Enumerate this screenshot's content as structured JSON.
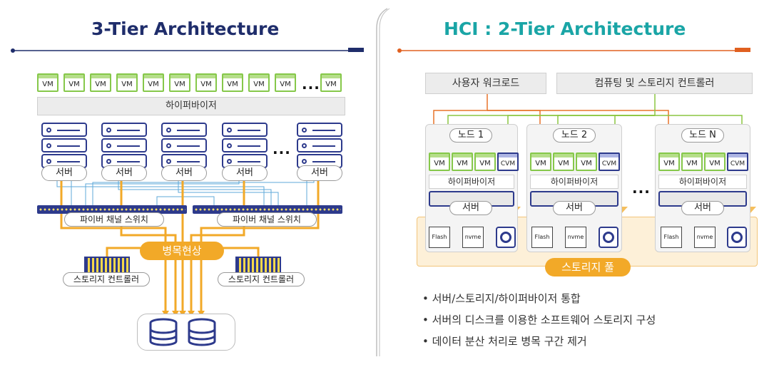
{
  "left": {
    "title": "3-Tier Architecture",
    "vm_label": "VM",
    "ellipsis": "...",
    "hypervisor": "하이퍼바이저",
    "server": "서버",
    "fc_switch": "파이버 채널 스위치",
    "bottleneck": "병목현상",
    "storage_controller": "스토리지 컨트롤러"
  },
  "right": {
    "title": "HCI : 2-Tier Architecture",
    "user_workload": "사용자 워크로드",
    "compute_storage_controller": "컴퓨팅 및 스토리지 컨트롤러",
    "nodes": [
      {
        "label": "노드 1"
      },
      {
        "label": "노드 2"
      },
      {
        "label": "노드 N"
      }
    ],
    "vm_label": "VM",
    "cvm_label": "CVM",
    "hypervisor": "하이퍼바이저",
    "server": "서버",
    "flash": "Flash",
    "nvme": "nvme",
    "ellipsis": "...",
    "storage_pool": "스토리지 풀",
    "bullets": [
      "서버/스토리지/하이퍼바이저 통합",
      "서버의 디스크를 이용한 소프트웨어 스토리지 구성",
      "데이터 분산 처리로 병목 구간 제거"
    ]
  },
  "colors": {
    "left_title": "#1f2d6b",
    "right_title": "#1aa5a6",
    "accent_orange": "#f2a928",
    "vm_green": "#86c84a",
    "navy": "#2d3a8c"
  }
}
